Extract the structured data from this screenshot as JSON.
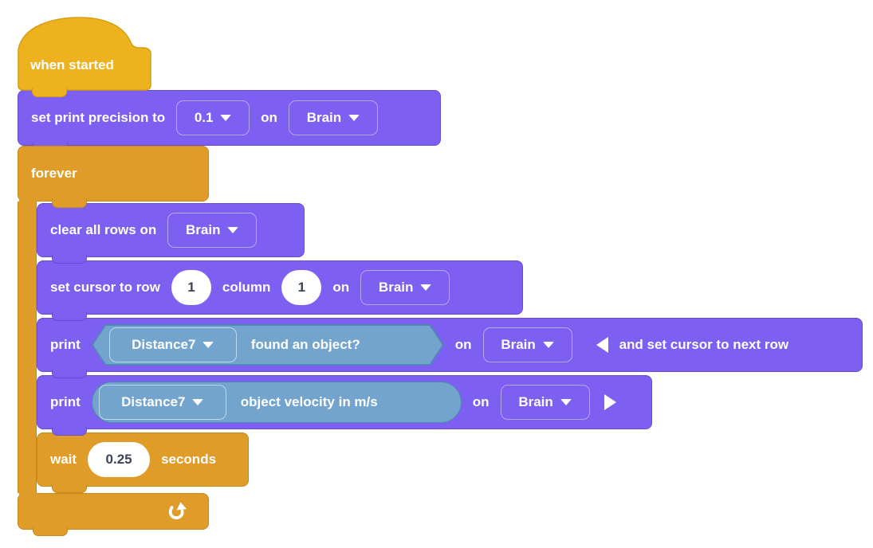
{
  "colors": {
    "block_purple": "#7d5ff1",
    "block_purple_border": "#6a4bd4",
    "block_orange": "#e09c28",
    "block_orange_border": "#c9891b",
    "block_gold": "#edb21e",
    "block_gold_border": "#d59e12",
    "sensor_blue": "#73a4ce",
    "sensor_blue_border": "#5088b4",
    "input_text": "#3a4256",
    "label_text": "#ffffff"
  },
  "script": {
    "when_started": {
      "label": "when started"
    },
    "set_print_precision": {
      "label": "set print precision to",
      "precision": "0.1",
      "on": "on",
      "device": "Brain"
    },
    "forever": {
      "label": "forever"
    },
    "clear_rows": {
      "label": "clear all rows on",
      "device": "Brain"
    },
    "set_cursor": {
      "label": "set cursor to row",
      "row": "1",
      "column_label": "column",
      "column": "1",
      "on": "on",
      "device": "Brain"
    },
    "print_condition": {
      "label": "print",
      "sensor": "Distance7",
      "condition": "found an object?",
      "on": "on",
      "device": "Brain",
      "collapsed_text": "and set cursor to next row"
    },
    "print_value": {
      "label": "print",
      "sensor": "Distance7",
      "value_label": "object velocity in m/s",
      "on": "on",
      "device": "Brain"
    },
    "wait": {
      "label": "wait",
      "duration": "0.25",
      "unit": "seconds"
    }
  },
  "icons": {
    "dropdown_caret": "caret-down",
    "collapse": "collapse-arrow-left",
    "expand": "expand-arrow-right",
    "loop": "loop-arrow"
  }
}
